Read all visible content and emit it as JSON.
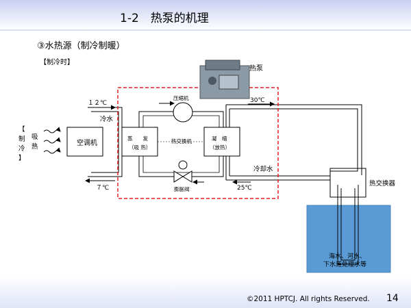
{
  "slide": {
    "title": "1-2　热泵的机理",
    "subtitle": "③水热源（制冷制暖）",
    "mode_label": "【制冷时】",
    "footer_copyright": "©2011 HPTCJ. All rights Reserved.",
    "page_number": "14"
  },
  "diagram": {
    "heat_pump_label": "热泵",
    "compressor_label": "压缩机",
    "evaporator_label": "蒸　　发",
    "evaporator_sub": "（吸 热）",
    "condenser_label": "凝　缩",
    "condenser_sub": "（放热）",
    "heat_exchanger_inner_label": "热交换机",
    "expansion_valve_label": "膨胀阀",
    "air_conditioner_label": "空调机",
    "cold_water_label": "冷水",
    "cooling_water_label": "冷却水",
    "heat_exchanger_label": "热交换器",
    "temp_supply_cold": "１２℃",
    "temp_return_cold": "７℃",
    "temp_supply_hot": "30℃",
    "temp_return_cooling": "25℃",
    "cooling_mode_chars": [
      "【",
      "制",
      "冷",
      "】"
    ],
    "absorb_heat_chars": [
      "吸",
      "热"
    ],
    "water_source_lines": [
      "海水、河水、",
      "下水道处理水等"
    ]
  },
  "colors": {
    "header_band": "#dfe4f7",
    "pipe": "#000000",
    "heat_pump_outline": "#e02020",
    "water_body": "#5b9bd5",
    "arrow": "#000000"
  }
}
